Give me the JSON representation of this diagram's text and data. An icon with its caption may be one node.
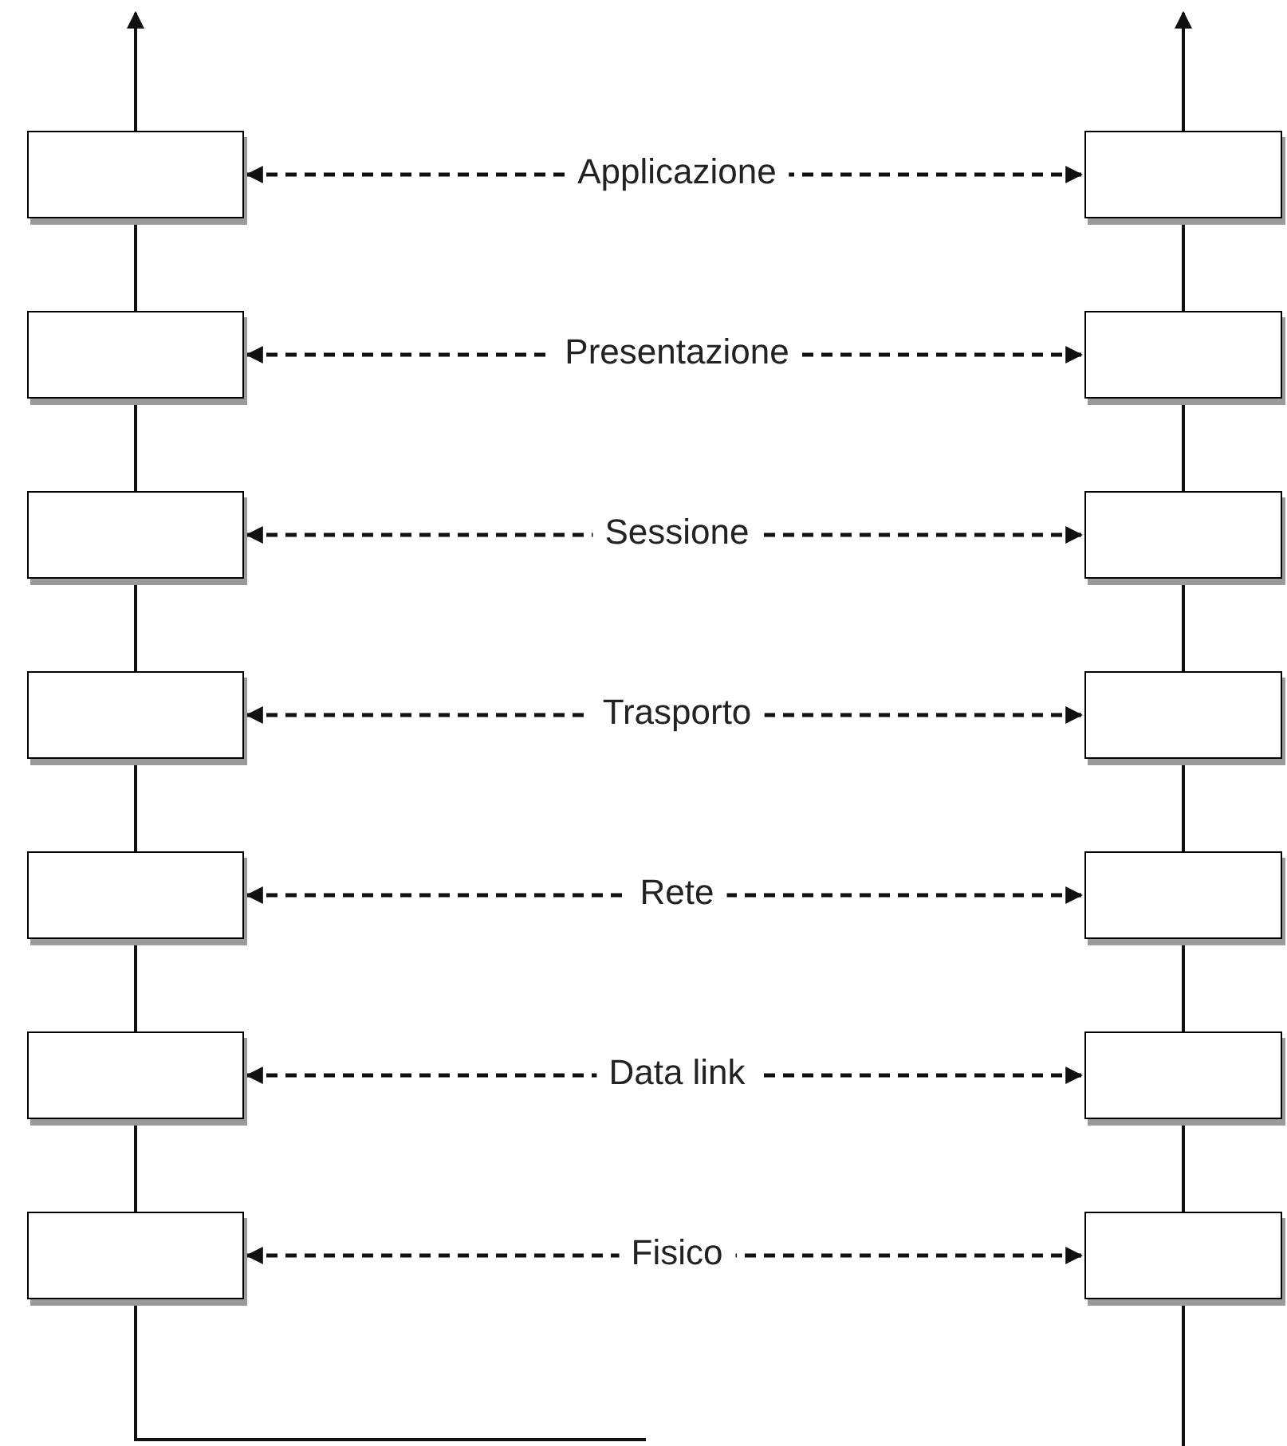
{
  "diagram": {
    "nodes": [
      {
        "text": [],
        "shape": "box"
      },
      {
        "text": [],
        "shape": "box"
      },
      {
        "text": [],
        "shape": "box"
      },
      {
        "text": [],
        "shape": "box"
      },
      {
        "text": [],
        "shape": "box"
      },
      {
        "text": [],
        "shape": "box"
      },
      {
        "text": [],
        "shape": "box"
      },
      {
        "text": [],
        "shape": "box"
      },
      {
        "text": [],
        "shape": "box"
      },
      {
        "text": [],
        "shape": "box"
      },
      {
        "text": [],
        "shape": "box"
      },
      {
        "text": [],
        "shape": "box"
      },
      {
        "text": [],
        "shape": "box"
      },
      {
        "text": [],
        "shape": "box"
      }
    ],
    "edges": [
      {
        "from": 0,
        "to": 7,
        "arrow": "both",
        "label": "Applicazione",
        "style": "dashed"
      },
      {
        "from": 1,
        "to": 8,
        "arrow": "both",
        "label": "Presentazione",
        "style": "dashed"
      },
      {
        "from": 2,
        "to": 9,
        "arrow": "both",
        "label": "Sessione",
        "style": "dashed"
      },
      {
        "from": 3,
        "to": 10,
        "arrow": "both",
        "label": "Trasporto",
        "style": "dashed"
      },
      {
        "from": 4,
        "to": 11,
        "arrow": "both",
        "label": "Rete",
        "style": "dashed"
      },
      {
        "from": 5,
        "to": 12,
        "arrow": "both",
        "label": "Data link",
        "style": "dashed"
      },
      {
        "from": 6,
        "to": 13,
        "arrow": "both",
        "label": "Fisico",
        "style": "dashed"
      },
      {
        "from": 0,
        "to": null,
        "arrow": "to"
      },
      {
        "from": 0,
        "to": 1,
        "arrow": "none"
      },
      {
        "from": 1,
        "to": 2,
        "arrow": "none"
      },
      {
        "from": 2,
        "to": 3,
        "arrow": "none"
      },
      {
        "from": 3,
        "to": 4,
        "arrow": "none"
      },
      {
        "from": 4,
        "to": 5,
        "arrow": "none"
      },
      {
        "from": 5,
        "to": 6,
        "arrow": "none"
      },
      {
        "from": 6,
        "to": null,
        "arrow": "none"
      },
      {
        "from": 7,
        "to": null,
        "arrow": "to"
      },
      {
        "from": 7,
        "to": 8,
        "arrow": "none"
      },
      {
        "from": 8,
        "to": 9,
        "arrow": "none"
      },
      {
        "from": 9,
        "to": 10,
        "arrow": "none"
      },
      {
        "from": 10,
        "to": 11,
        "arrow": "none"
      },
      {
        "from": 11,
        "to": 12,
        "arrow": "none"
      },
      {
        "from": 12,
        "to": 13,
        "arrow": "none"
      },
      {
        "from": 13,
        "to": null,
        "arrow": "none"
      }
    ]
  }
}
